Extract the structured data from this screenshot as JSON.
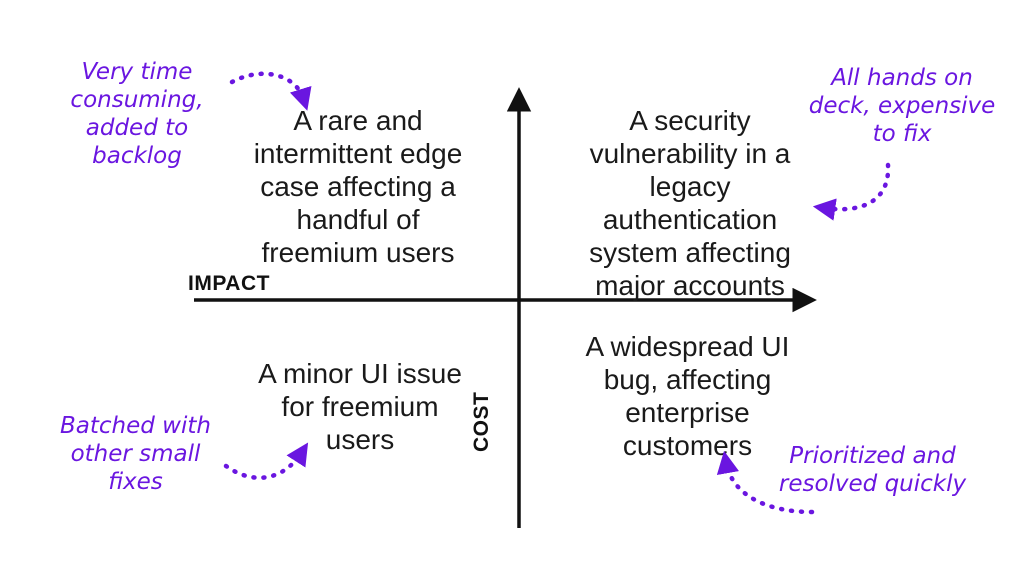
{
  "diagram": {
    "type": "impact-cost-quadrant",
    "background_color": "#ffffff",
    "text_color": "#1a1a1a",
    "accent_color": "#6a16e0",
    "axes": {
      "horizontal_label": "IMPACT",
      "vertical_label": "COST",
      "horizontal_arrow_direction": "right",
      "vertical_arrow_direction": "up"
    },
    "quadrants": [
      {
        "id": "top-left",
        "position": "low-impact-high-cost",
        "text": "A rare and\nintermittent edge\ncase affecting a\nhandful of\nfreemium users"
      },
      {
        "id": "top-right",
        "position": "high-impact-high-cost",
        "text": "A security\nvulnerability in a\nlegacy\nauthentication\nsystem affecting\nmajor accounts"
      },
      {
        "id": "bottom-left",
        "position": "low-impact-low-cost",
        "text": "A minor UI issue\nfor freemium\nusers"
      },
      {
        "id": "bottom-right",
        "position": "high-impact-low-cost",
        "text": "A widespread UI\nbug, affecting\nenterprise\ncustomers"
      }
    ],
    "annotations": [
      {
        "id": "top-left",
        "text": "Very time\nconsuming,\nadded to\nbacklog",
        "arrow": "dotted-curve-right-down"
      },
      {
        "id": "top-right",
        "text": "All hands on\ndeck, expensive\nto fix",
        "arrow": "dotted-curve-left-down"
      },
      {
        "id": "bottom-left",
        "text": "Batched with\nother small\nfixes",
        "arrow": "dotted-curve-right-up"
      },
      {
        "id": "bottom-right",
        "text": "Prioritized and\nresolved quickly",
        "arrow": "dotted-curve-left-up"
      }
    ]
  }
}
